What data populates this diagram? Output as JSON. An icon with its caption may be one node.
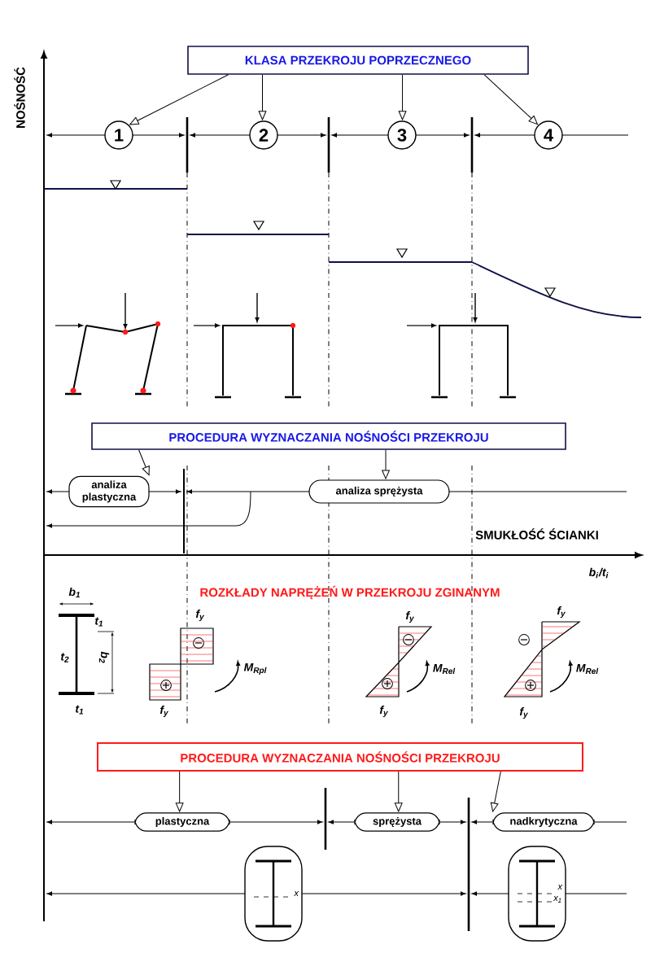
{
  "diagram": {
    "nodes": [
      {
        "text": [
          "KLASA PRZEKROJU POPRZECZNEGO"
        ]
      },
      {
        "text": [
          "1"
        ]
      },
      {
        "text": [
          "2"
        ]
      },
      {
        "text": [
          "3"
        ]
      },
      {
        "text": [
          "4"
        ]
      },
      {
        "text": [
          "PROCEDURA WYZNACZANIA NOŚNOŚCI PRZEKROJU"
        ]
      },
      {
        "text": [
          "analiza plastyczna"
        ]
      },
      {
        "text": [
          "analiza sprężysta"
        ]
      },
      {
        "text": [
          "PROCEDURA WYZNACZANIA NOŚNOŚCI PRZEKROJU"
        ]
      },
      {
        "text": [
          "plastyczna"
        ]
      },
      {
        "text": [
          "sprężysta"
        ]
      },
      {
        "text": [
          "nadkrytyczna"
        ]
      },
      {
        "text": [
          "x"
        ]
      },
      {
        "text": [
          "x",
          "x$_{1}$"
        ]
      }
    ],
    "edges": [
      {
        "from": 0,
        "to": 1,
        "arrow": "to"
      },
      {
        "from": 0,
        "to": 2,
        "arrow": "to"
      },
      {
        "from": 0,
        "to": 3,
        "arrow": "to"
      },
      {
        "from": 0,
        "to": 4,
        "arrow": "to"
      },
      {
        "from": 5,
        "to": 6,
        "arrow": "to"
      },
      {
        "from": 5,
        "to": 7,
        "arrow": "to"
      },
      {
        "from": 8,
        "to": 9,
        "arrow": "to"
      },
      {
        "from": 8,
        "to": 10,
        "arrow": "to"
      },
      {
        "from": 8,
        "to": 11,
        "arrow": "to"
      }
    ],
    "labels": [
      "NOŚNOŚĆ",
      "SMUKŁOŚĆ ŚCIANKI",
      "b$_{i}$/t$_{i}$",
      "ROZKŁADY NAPRĘŻEŃ W PRZEKROJU ZGINANYM",
      "b$_{1}$",
      "t$_{1}$",
      "t$_{2}$",
      "b$_{2}$",
      "t$_{1}$",
      "f$_{y}$",
      "f$_{y}$",
      "M$_{Rpl}$",
      "f$_{y}$",
      "f$_{y}$",
      "M$_{Rel}$",
      "f$_{y}$",
      "f$_{y}$",
      "M$_{Rel}$"
    ]
  }
}
